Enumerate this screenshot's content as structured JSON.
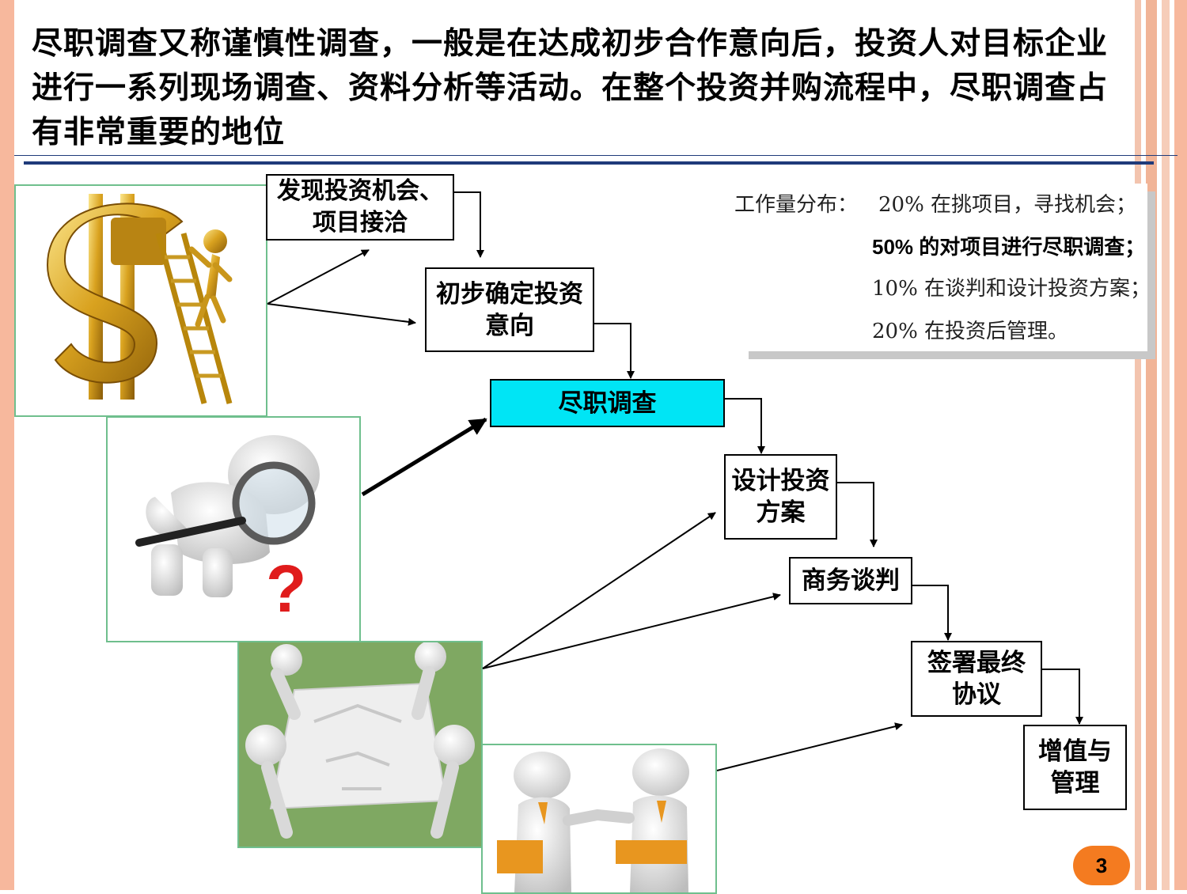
{
  "title": "尽职调查又称谨慎性调查，一般是在达成初步合作意向后，投资人对目标企业进行一系列现场调查、资料分析等活动。在整个投资并购流程中，尽职调查占有非常重要的地位",
  "flow": {
    "step1": "发现投资机会、项目接洽",
    "step2": "初步确定投资意向",
    "step3": "尽职调查",
    "step4": "设计投资方案",
    "step5": "商务谈判",
    "step6": "签署最终协议",
    "step7": "增值与管理"
  },
  "workload": {
    "label": "工作量分布：",
    "line1": "20% 在挑项目，寻找机会；",
    "line2": "50% 的对项目进行尽职调查；",
    "line3": "10% 在谈判和设计投资方案；",
    "line4": "20% 在投资后管理。"
  },
  "colors": {
    "highlight": "#00e5f5",
    "frame": "#f7b89d",
    "rule": "#1f3b7a",
    "badge": "#f47b20",
    "gold": "#c9961a",
    "green_bg": "#7fa862"
  },
  "icons": [
    "dollar-ladder-figure",
    "magnifier-figure",
    "question-mark",
    "teamwork-puzzle-figures",
    "handshake-figures"
  ],
  "page_number": "3"
}
